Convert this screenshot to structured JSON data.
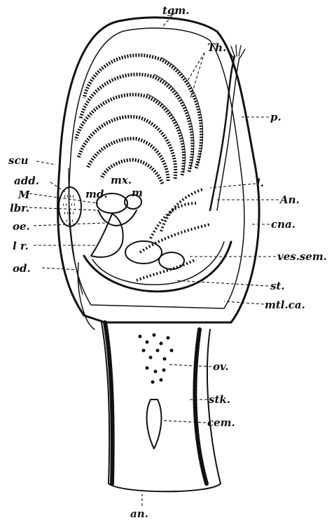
{
  "figure": {
    "labels": {
      "tgm": "tgm.",
      "th": "Th.",
      "p": "p.",
      "scu": "scu",
      "add": "add.",
      "mx": "mx.",
      "m_upper": "M",
      "md": "md.",
      "m_small": "m",
      "l": "l.",
      "an": "An.",
      "lbr": "lbr.",
      "oe": "oe.",
      "cna": "cna.",
      "lr": "l r.",
      "ves_sem": "ves.sem.",
      "od": "od.",
      "st": "st.",
      "mtl_ca": "mtl.ca.",
      "ov": "ov.",
      "stk": "stk.",
      "cem": "cem.",
      "an_bottom": "an."
    }
  }
}
